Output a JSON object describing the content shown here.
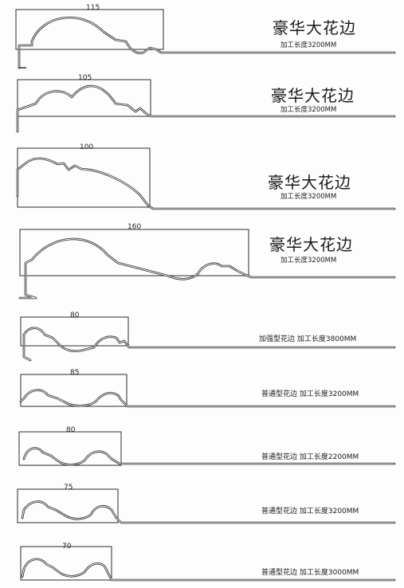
{
  "profiles": [
    {
      "dimension": "115",
      "title": "豪华大花边",
      "subtitle": "加工长度3200MM"
    },
    {
      "dimension": "105",
      "title": "豪华大花边",
      "subtitle": "加工长度3200MM"
    },
    {
      "dimension": "100",
      "title": "豪华大花边",
      "subtitle": "加工长度3200MM"
    },
    {
      "dimension": "160",
      "title": "豪华大花边",
      "subtitle": "加工长度3200MM"
    },
    {
      "dimension": "80",
      "label": "加强型花边  加工长度3800MM"
    },
    {
      "dimension": "85",
      "label": "普通型花边  加工长度3200MM"
    },
    {
      "dimension": "80",
      "label": "普通型花边  加工长度2200MM"
    },
    {
      "dimension": "75",
      "label": "普通型花边  加工长度3200MM"
    },
    {
      "dimension": "70",
      "label": "普通型花边  加工长度3000MM"
    }
  ]
}
